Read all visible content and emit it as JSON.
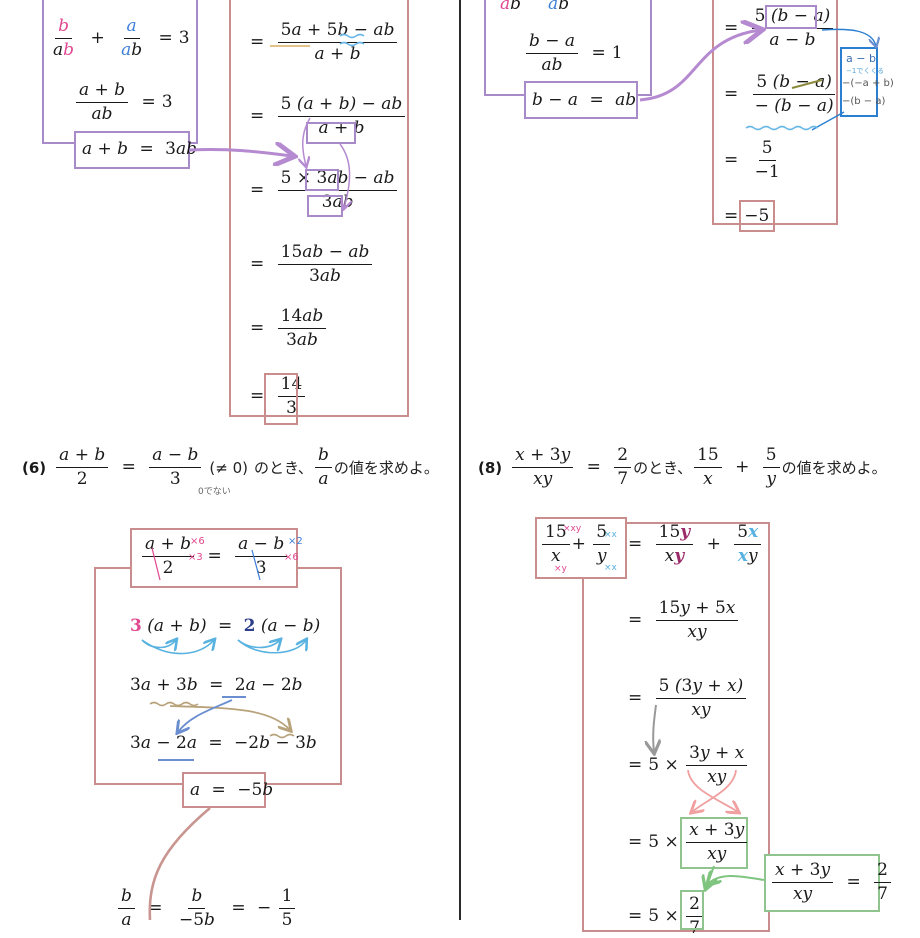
{
  "q6": {
    "number": "(6)",
    "cond_open": "(",
    "cond_ne": "≠ 0",
    "cond_close": ")",
    "text1": "のとき、",
    "text2": "の値を求めよ。",
    "reading": "0でない"
  },
  "q8": {
    "number": "(8)",
    "text1": "のとき、",
    "text2": "の値を求めよ。"
  },
  "annotations": {
    "times3": "×3",
    "times6": "×6",
    "times2": "×2",
    "times_xy": "×xy",
    "times_y": "×y",
    "times_x": "×x",
    "blue_note_line1": "a − b",
    "blue_note_line2": "−1でくくる",
    "blue_note_line3": "−(−a + b)",
    "blue_note_line4": "−(b − a)"
  }
}
